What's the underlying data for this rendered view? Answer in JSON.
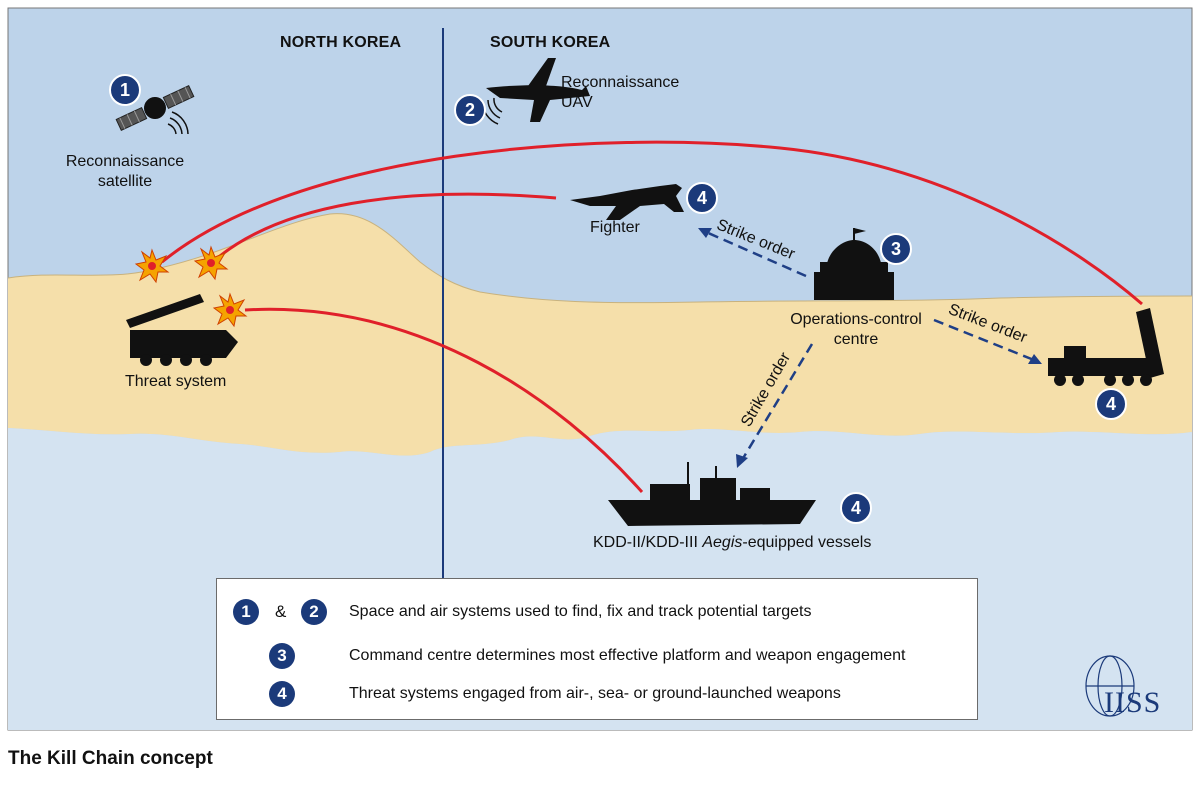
{
  "regions": {
    "north": "NORTH KOREA",
    "south": "SOUTH KOREA"
  },
  "assets": {
    "satellite": {
      "number": "1",
      "label_line1": "Reconnaissance",
      "label_line2": "satellite"
    },
    "uav": {
      "number": "2",
      "label_line1": "Reconnaissance",
      "label_line2": "UAV"
    },
    "fighter": {
      "number": "4",
      "label": "Fighter"
    },
    "command": {
      "number": "3",
      "label_line1": "Operations-control",
      "label_line2": "centre"
    },
    "ground_launcher": {
      "number": "4"
    },
    "threat": {
      "label": "Threat system"
    },
    "vessels": {
      "number": "4",
      "label_prefix": "KDD-II/KDD-III ",
      "label_italic": "Aegis",
      "label_suffix": "-equipped vessels"
    }
  },
  "orders": {
    "to_fighter": "Strike order",
    "to_launcher": "Strike order",
    "to_vessels": "Strike order"
  },
  "legend": {
    "row1": {
      "badge_a": "1",
      "amp": "&",
      "badge_b": "2",
      "text": "Space and air systems used to find, fix and track potential targets"
    },
    "row2": {
      "badge": "3",
      "text": "Command centre determines most effective platform and weapon engagement"
    },
    "row3": {
      "badge": "4",
      "text": "Threat systems engaged from air-, sea- or ground-launched weapons"
    }
  },
  "logo": {
    "text": "IISS"
  },
  "caption": "The Kill Chain concept",
  "colors": {
    "sky": "#bdd3ea",
    "land": "#f5dfaa",
    "sea": "#d4e3f1",
    "strike_line": "#e0202a",
    "order_arrow": "#1f3f86",
    "badge": "#1b3a7a"
  }
}
